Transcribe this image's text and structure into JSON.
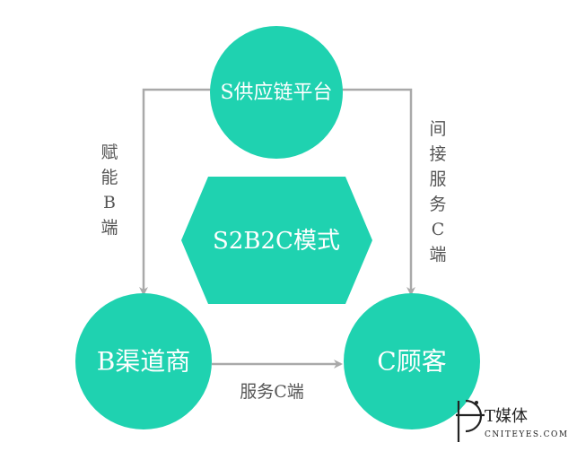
{
  "colors": {
    "node_fill": "#1fd2b0",
    "arrow": "#a9a9a9",
    "label_text": "#555555",
    "logo": "#222222"
  },
  "nodes": {
    "s_platform": "S供应链平台",
    "b_channel": "B渠道商",
    "c_customer": "C顾客",
    "model": "S2B2C模式"
  },
  "edges": {
    "s_to_b": [
      "赋",
      "能",
      "B",
      "端"
    ],
    "s_to_c": [
      "间",
      "接",
      "服",
      "务",
      "C",
      "端"
    ],
    "b_to_c": "服务C端"
  },
  "logo": {
    "main": "T媒体",
    "sub": "CNITEYES.COM"
  }
}
